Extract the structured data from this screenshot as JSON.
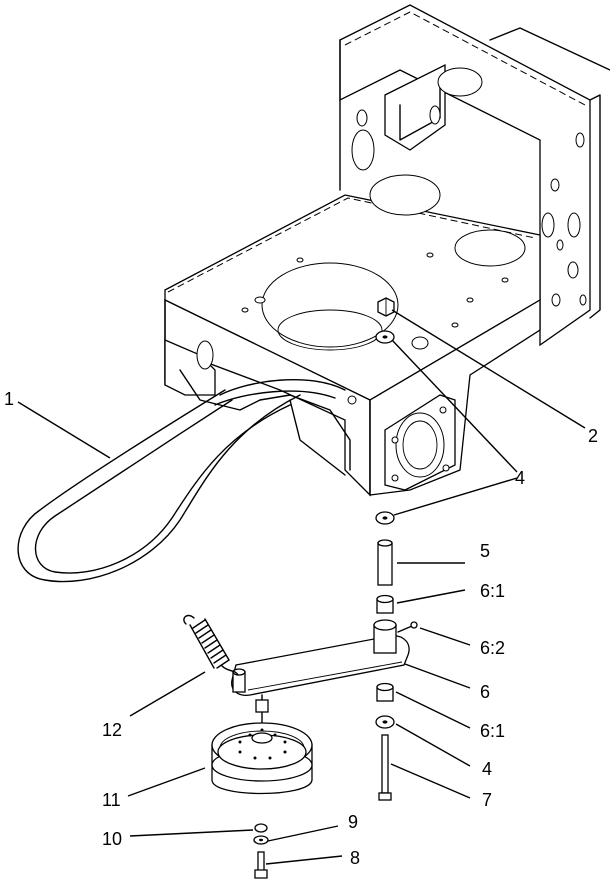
{
  "callouts": [
    {
      "id": "c1",
      "label": "1"
    },
    {
      "id": "c2",
      "label": "2"
    },
    {
      "id": "c4a",
      "label": "4"
    },
    {
      "id": "c5",
      "label": "5"
    },
    {
      "id": "c61a",
      "label": "6:1"
    },
    {
      "id": "c62",
      "label": "6:2"
    },
    {
      "id": "c6",
      "label": "6"
    },
    {
      "id": "c61b",
      "label": "6:1"
    },
    {
      "id": "c4b",
      "label": "4"
    },
    {
      "id": "c7",
      "label": "7"
    },
    {
      "id": "c12",
      "label": "12"
    },
    {
      "id": "c11",
      "label": "11"
    },
    {
      "id": "c9",
      "label": "9"
    },
    {
      "id": "c10",
      "label": "10"
    },
    {
      "id": "c8",
      "label": "8"
    }
  ]
}
